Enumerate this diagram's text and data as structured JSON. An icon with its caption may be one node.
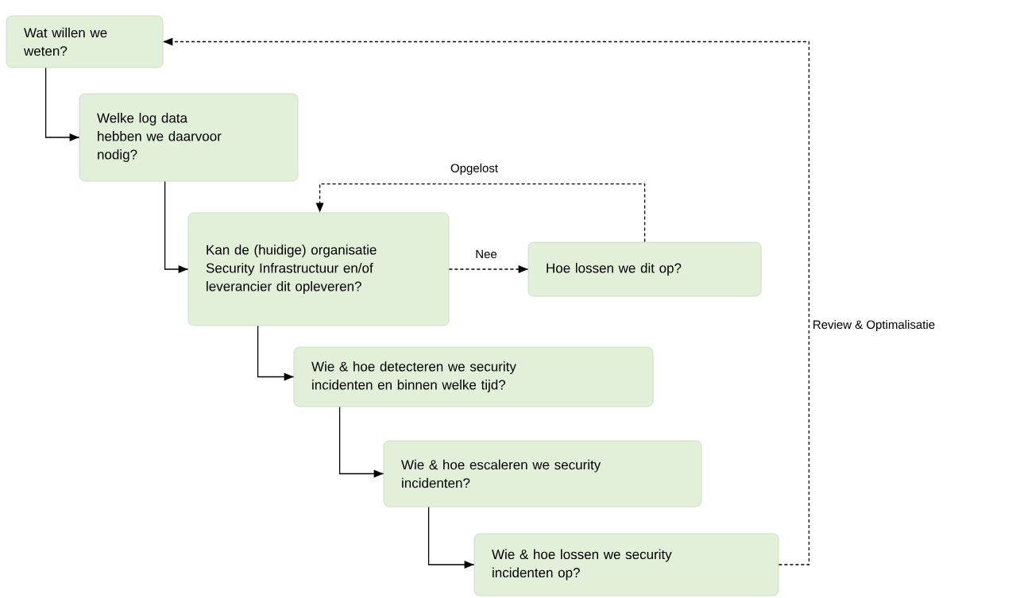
{
  "diagram": {
    "nodes": [
      {
        "text": [
          "Wat willen we weten?"
        ]
      },
      {
        "text": [
          "Welke log data hebben we daarvoor nodig?"
        ]
      },
      {
        "text": [
          "Kan de (huidige) organisatie Security Infrastructuur en/of leverancier dit opleveren?"
        ]
      },
      {
        "text": [
          "Hoe lossen we dit op?"
        ]
      },
      {
        "text": [
          "Wie & hoe detecteren we security incidenten en binnen welke tijd?"
        ]
      },
      {
        "text": [
          "Wie & hoe escaleren we security incidenten?"
        ]
      },
      {
        "text": [
          "Wie & hoe lossen we security incidenten op?"
        ]
      }
    ],
    "edges": [
      {
        "from": 0,
        "to": 1,
        "arrow": "to"
      },
      {
        "from": 1,
        "to": 2,
        "arrow": "to"
      },
      {
        "from": 2,
        "to": 3,
        "arrow": "to",
        "label": "Nee",
        "style": "dashed"
      },
      {
        "from": 3,
        "to": 2,
        "arrow": "to",
        "label": "Opgelost",
        "style": "dashed"
      },
      {
        "from": 2,
        "to": 4,
        "arrow": "to"
      },
      {
        "from": 4,
        "to": 5,
        "arrow": "to"
      },
      {
        "from": 5,
        "to": 6,
        "arrow": "to"
      },
      {
        "from": 6,
        "to": 0,
        "arrow": "to",
        "label": "Review & Optimalisatie",
        "style": "dashed"
      }
    ]
  }
}
